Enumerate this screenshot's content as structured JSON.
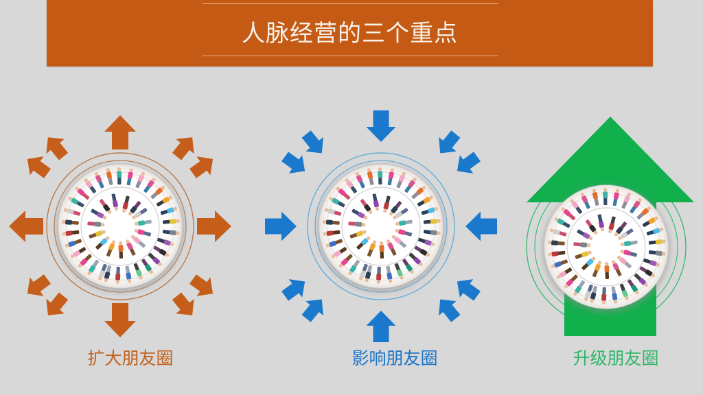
{
  "slide": {
    "title": "人脉经营的三个重点",
    "background_color": "#D8D8D8",
    "banner_color": "#C45A13",
    "banner_line_color": "rgba(255,238,216,0.60)",
    "title_color": "#F7F2EA"
  },
  "groups": [
    {
      "key": "expand",
      "label": "扩大朋友圈",
      "label_color": "#C2611C",
      "arrow_color": "#C55E1B",
      "ring_color": "#B4703E",
      "arrows": "outward"
    },
    {
      "key": "influence",
      "label": "影响朋友圈",
      "label_color": "#1B74C8",
      "arrow_color": "#1B79CD",
      "ring_color": "#58A8D9",
      "arrows": "inward"
    },
    {
      "key": "upgrade",
      "label": "升级朋友圈",
      "label_color": "#2FB76A",
      "arrow_color": "#12AF4D",
      "ring_color": "#2FB76A",
      "arrows": "up"
    }
  ],
  "people_photo": {
    "icon": "people-circle-photo",
    "skin_color": "#E9BC9B",
    "outer_count": 30,
    "inner_count": 15,
    "ring_line_color": "#C6C6C6",
    "top_colors": [
      "#2b2b2b",
      "#d8568f",
      "#3f6fc4",
      "#e3c23a",
      "#39b3a3",
      "#8e44ad",
      "#e2702a",
      "#b93a3a",
      "#7d848d",
      "#e84393",
      "#18987d",
      "#f0a32c",
      "#2c3e50",
      "#9b59b6",
      "#f2a7c5",
      "#67c98e",
      "#4fb9e8",
      "#cfcfcf"
    ],
    "bottom_colors": [
      "#2f3a4a",
      "#404040",
      "#5a6b8c",
      "#7a5230",
      "#364d6b",
      "#8c8c9a",
      "#274060",
      "#6b3f6b",
      "#9aa5b1",
      "#53391f",
      "#c94f6d",
      "#3a7ca5"
    ]
  }
}
